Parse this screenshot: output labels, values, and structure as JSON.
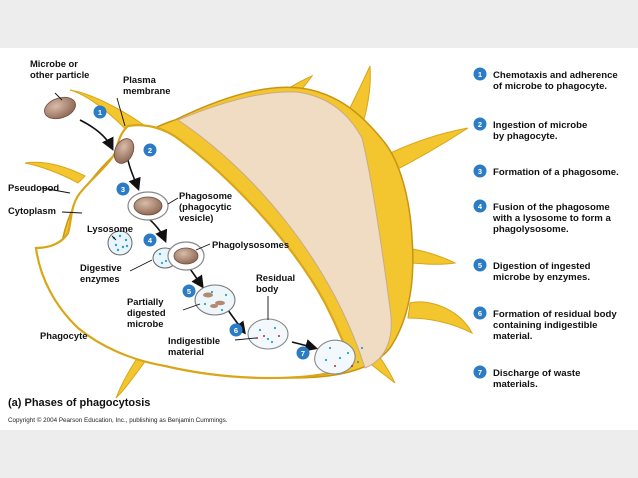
{
  "labels": {
    "microbe": [
      "Microbe or",
      "other particle"
    ],
    "plasma_membrane": [
      "Plasma",
      "membrane"
    ],
    "pseudopod": "Pseudopod",
    "cytoplasm": "Cytoplasm",
    "phagosome": [
      "Phagosome",
      "(phagocytic",
      "vesicle)"
    ],
    "lysosome": "Lysosome",
    "phagolysosomes": "Phagolysosomes",
    "digestive_enzymes": [
      "Digestive",
      "enzymes"
    ],
    "residual_body": [
      "Residual",
      "body"
    ],
    "partially_digested": [
      "Partially",
      "digested",
      "microbe"
    ],
    "phagocyte": "Phagocyte",
    "indigestible": [
      "Indigestible",
      "material"
    ]
  },
  "steps": [
    {
      "num": "1",
      "lines": [
        "Chemotaxis and adherence",
        "of microbe to phagocyte."
      ]
    },
    {
      "num": "2",
      "lines": [
        "Ingestion of microbe",
        "by phagocyte."
      ]
    },
    {
      "num": "3",
      "lines": [
        "Formation of a phagosome."
      ]
    },
    {
      "num": "4",
      "lines": [
        "Fusion of the phagosome",
        "with a lysosome to form a",
        "phagolysosome."
      ]
    },
    {
      "num": "5",
      "lines": [
        "Digestion of ingested",
        "microbe by enzymes."
      ]
    },
    {
      "num": "6",
      "lines": [
        "Formation of residual body",
        "containing indigestible",
        "material."
      ]
    },
    {
      "num": "7",
      "lines": [
        "Discharge of waste",
        "materials."
      ]
    }
  ],
  "caption": "(a) Phases of phagocytosis",
  "copyright": "Copyright © 2004 Pearson Education, Inc., publishing as Benjamin Cummings.",
  "colors": {
    "cell_yellow": "#f3c52f",
    "cell_yellow_dark": "#d9a617",
    "cytoplasm": "#ffffff",
    "cut_face": "#efdcc3",
    "step_blue": "#2b7cc4",
    "microbe": "#b28a73"
  }
}
